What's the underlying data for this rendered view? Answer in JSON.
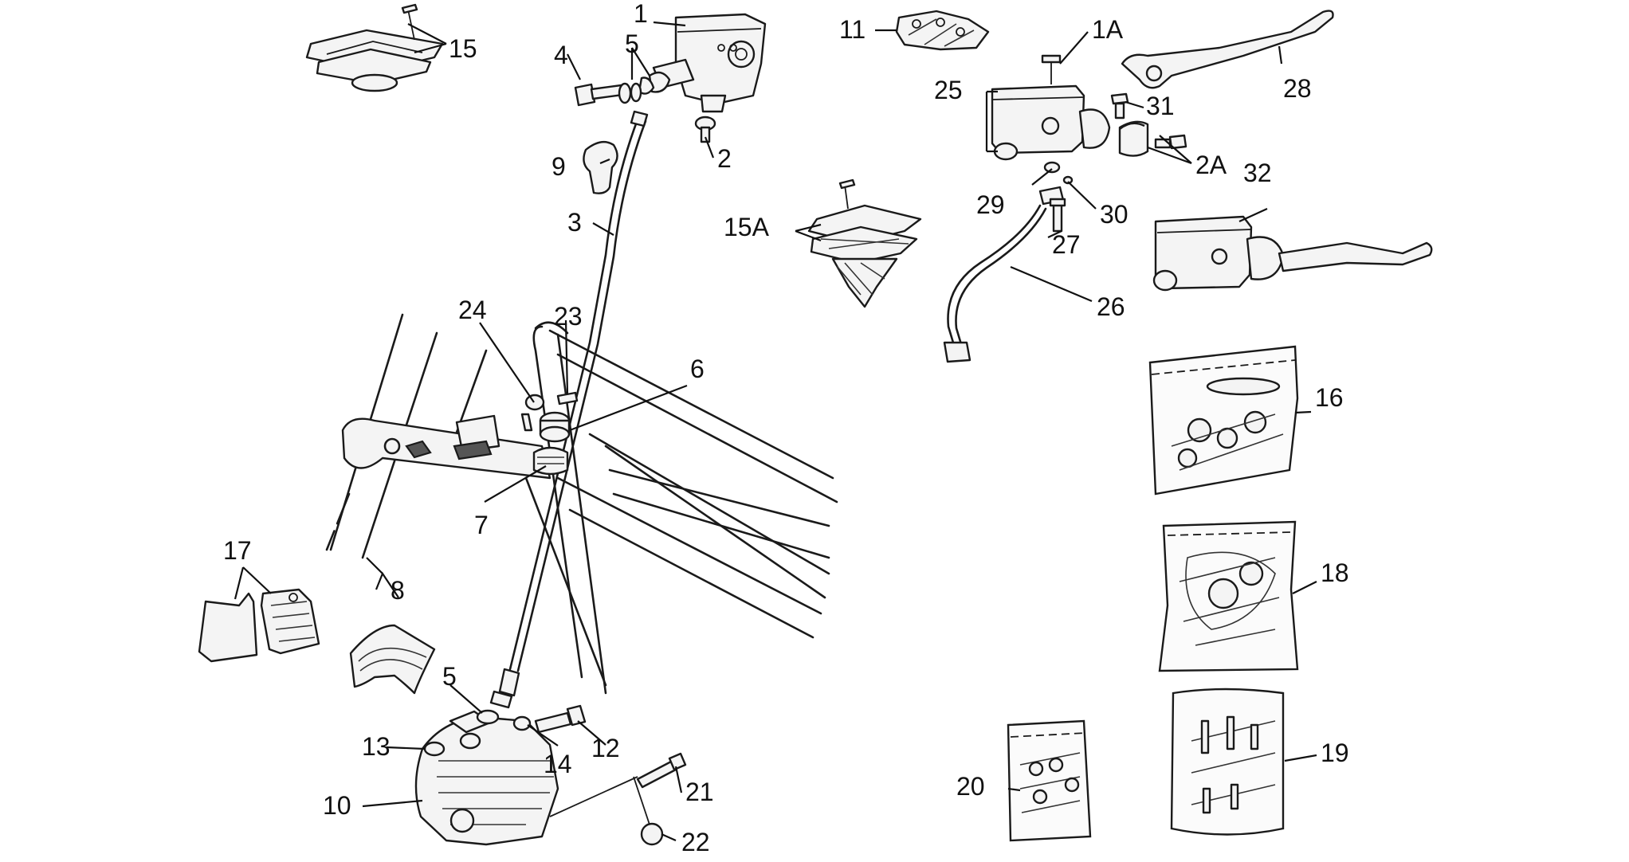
{
  "labels": {
    "p1": "1",
    "p1A": "1A",
    "p2": "2",
    "p2A": "2A",
    "p3": "3",
    "p4": "4",
    "p5a": "5",
    "p5b": "5",
    "p6": "6",
    "p7": "7",
    "p8": "8",
    "p9": "9",
    "p10": "10",
    "p11": "11",
    "p12": "12",
    "p13": "13",
    "p14": "14",
    "p15": "15",
    "p15A": "15A",
    "p16": "16",
    "p17": "17",
    "p18": "18",
    "p19": "19",
    "p20": "20",
    "p21": "21",
    "p22": "22",
    "p23": "23",
    "p24": "24",
    "p25": "25",
    "p26": "26",
    "p27": "27",
    "p28": "28",
    "p29": "29",
    "p30": "30",
    "p31": "31",
    "p32": "32"
  }
}
